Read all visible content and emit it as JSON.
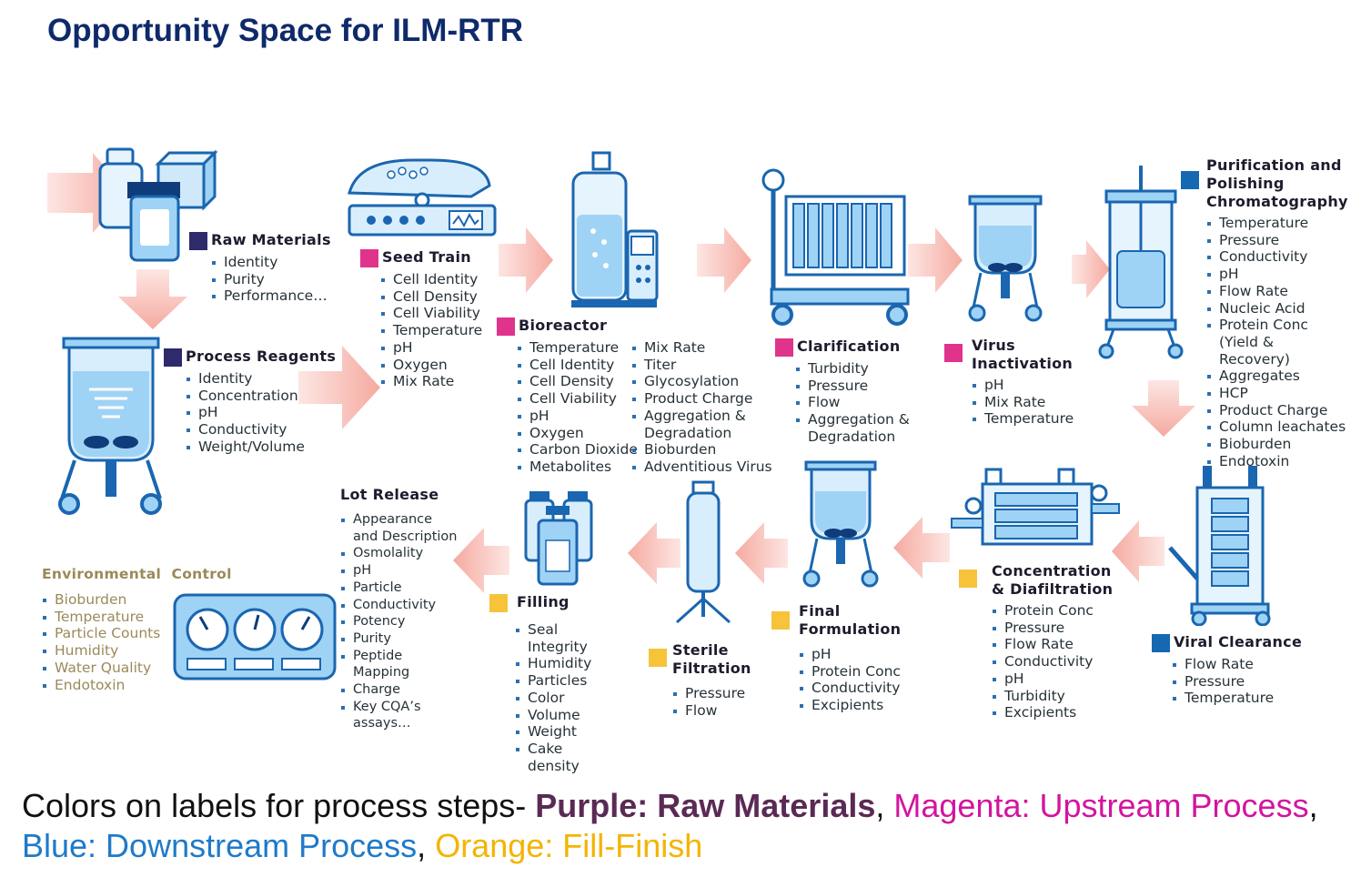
{
  "title": "Opportunity Space for ILM-RTR",
  "colors": {
    "purple": "#2e2a6b",
    "magenta": "#e0338c",
    "blue": "#1668b3",
    "orange": "#f6c33b",
    "arrow": "#f7b8b0",
    "icon_fill": "#9fd3f5",
    "icon_stroke": "#1a66b0"
  },
  "steps": {
    "raw_materials": {
      "label": "Raw Materials",
      "items": [
        "Identity",
        "Purity",
        "Performance…"
      ]
    },
    "process_reagents": {
      "label": "Process Reagents",
      "items": [
        "Identity",
        "Concentration",
        "pH",
        "Conductivity",
        "Weight/Volume"
      ]
    },
    "seed_train": {
      "label": "Seed Train",
      "items": [
        "Cell Identity",
        "Cell Density",
        "Cell Viability",
        "Temperature",
        "pH",
        "Oxygen",
        "Mix Rate"
      ]
    },
    "bioreactor": {
      "label": "Bioreactor",
      "items_a": [
        "Temperature",
        "Cell Identity",
        "Cell Density",
        "Cell Viability",
        "pH",
        "Oxygen",
        "Carbon Dioxide",
        "Metabolites"
      ],
      "items_b": [
        "Mix Rate",
        "Titer",
        "Glycosylation",
        "Product Charge",
        "Aggregation & Degradation",
        "Bioburden",
        "Adventitious Virus"
      ]
    },
    "clarification": {
      "label": "Clarification",
      "items": [
        "Turbidity",
        "Pressure",
        "Flow",
        "Aggregation & Degradation"
      ]
    },
    "virus_inactivation": {
      "label": "Virus Inactivation",
      "items": [
        "pH",
        "Mix Rate",
        "Temperature"
      ]
    },
    "purification": {
      "label": "Purification and Polishing Chromatography",
      "items": [
        "Temperature",
        "Pressure",
        "Conductivity",
        "pH",
        "Flow Rate",
        "Nucleic Acid",
        "Protein Conc (Yield & Recovery)",
        "Aggregates",
        "HCP",
        "Product Charge",
        "Column leachates",
        "Bioburden",
        "Endotoxin"
      ]
    },
    "viral_clearance": {
      "label": "Viral Clearance",
      "items": [
        "Flow Rate",
        "Pressure",
        "Temperature"
      ]
    },
    "concentration": {
      "label": "Concentration & Diafiltration",
      "items": [
        "Protein Conc",
        "Pressure",
        "Flow Rate",
        "Conductivity",
        "pH",
        "Turbidity",
        "Excipients"
      ]
    },
    "final_formulation": {
      "label": "Final Formulation",
      "items": [
        "pH",
        "Protein Conc",
        "Conductivity",
        "Excipients"
      ]
    },
    "sterile_filtration": {
      "label": "Sterile Filtration",
      "items": [
        "Pressure",
        "Flow"
      ]
    },
    "filling": {
      "label": "Filling",
      "items": [
        "Seal Integrity",
        "Humidity",
        "Particles",
        "Color",
        "Volume",
        "Weight",
        "Cake density"
      ]
    },
    "lot_release": {
      "label": "Lot Release",
      "items": [
        "Appearance and Description",
        "Osmolality",
        "pH",
        "Particle",
        "Conductivity",
        "Potency",
        "Purity",
        "Peptide Mapping",
        "Charge",
        "Key CQA’s assays…"
      ]
    },
    "environmental": {
      "label": "Environmental  Control",
      "items": [
        "Bioburden",
        "Temperature",
        "Particle Counts",
        "Humidity",
        "Water Quality",
        "Endotoxin"
      ]
    }
  },
  "legend": {
    "intro": "Colors on labels for process steps- ",
    "purple": "Purple: Raw Materials",
    "sep1": ", ",
    "magenta": "Magenta: Upstream Process",
    "sep2": ", ",
    "blue": "Blue: Downstream Process",
    "sep3": ", ",
    "orange": "Orange: Fill-Finish"
  }
}
